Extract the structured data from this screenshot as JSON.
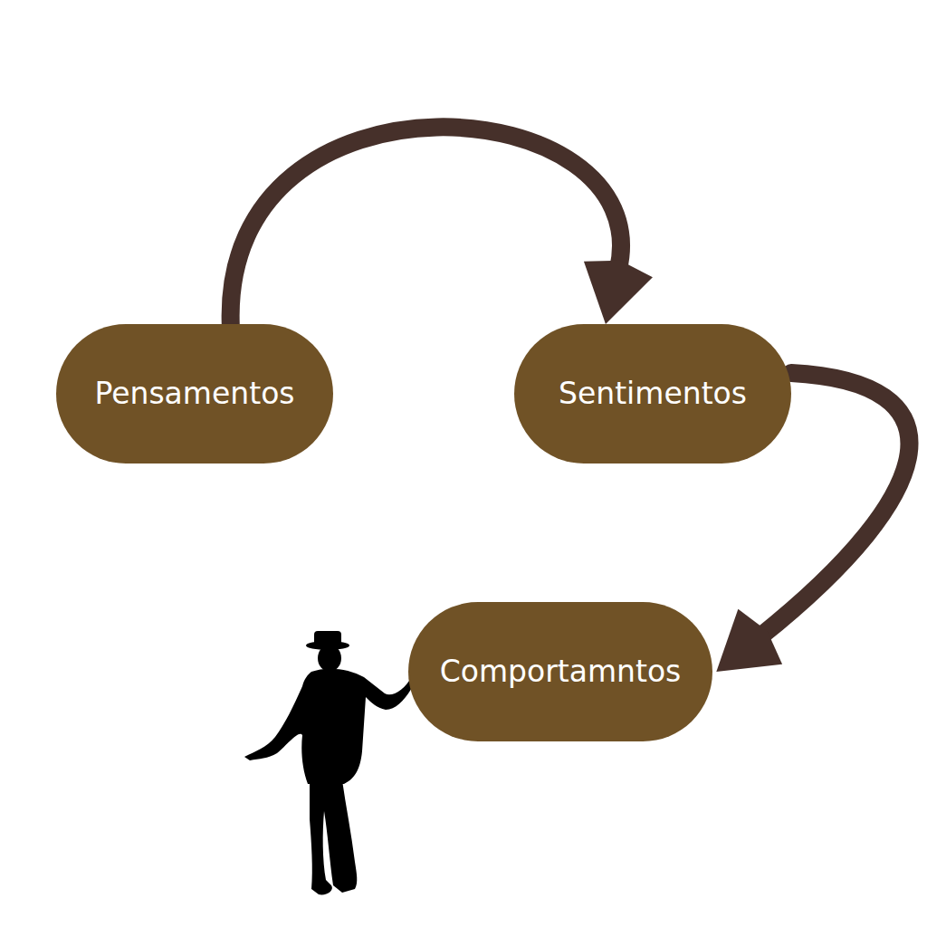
{
  "diagram": {
    "nodes": [
      {
        "text": [
          "Pensamentos"
        ]
      },
      {
        "text": [
          "Sentimentos"
        ]
      },
      {
        "text": [
          "Comportamntos"
        ]
      }
    ],
    "edges": [
      {
        "from": 0,
        "to": 1,
        "arrow": "to"
      },
      {
        "from": 1,
        "to": 2,
        "arrow": "to"
      }
    ]
  }
}
